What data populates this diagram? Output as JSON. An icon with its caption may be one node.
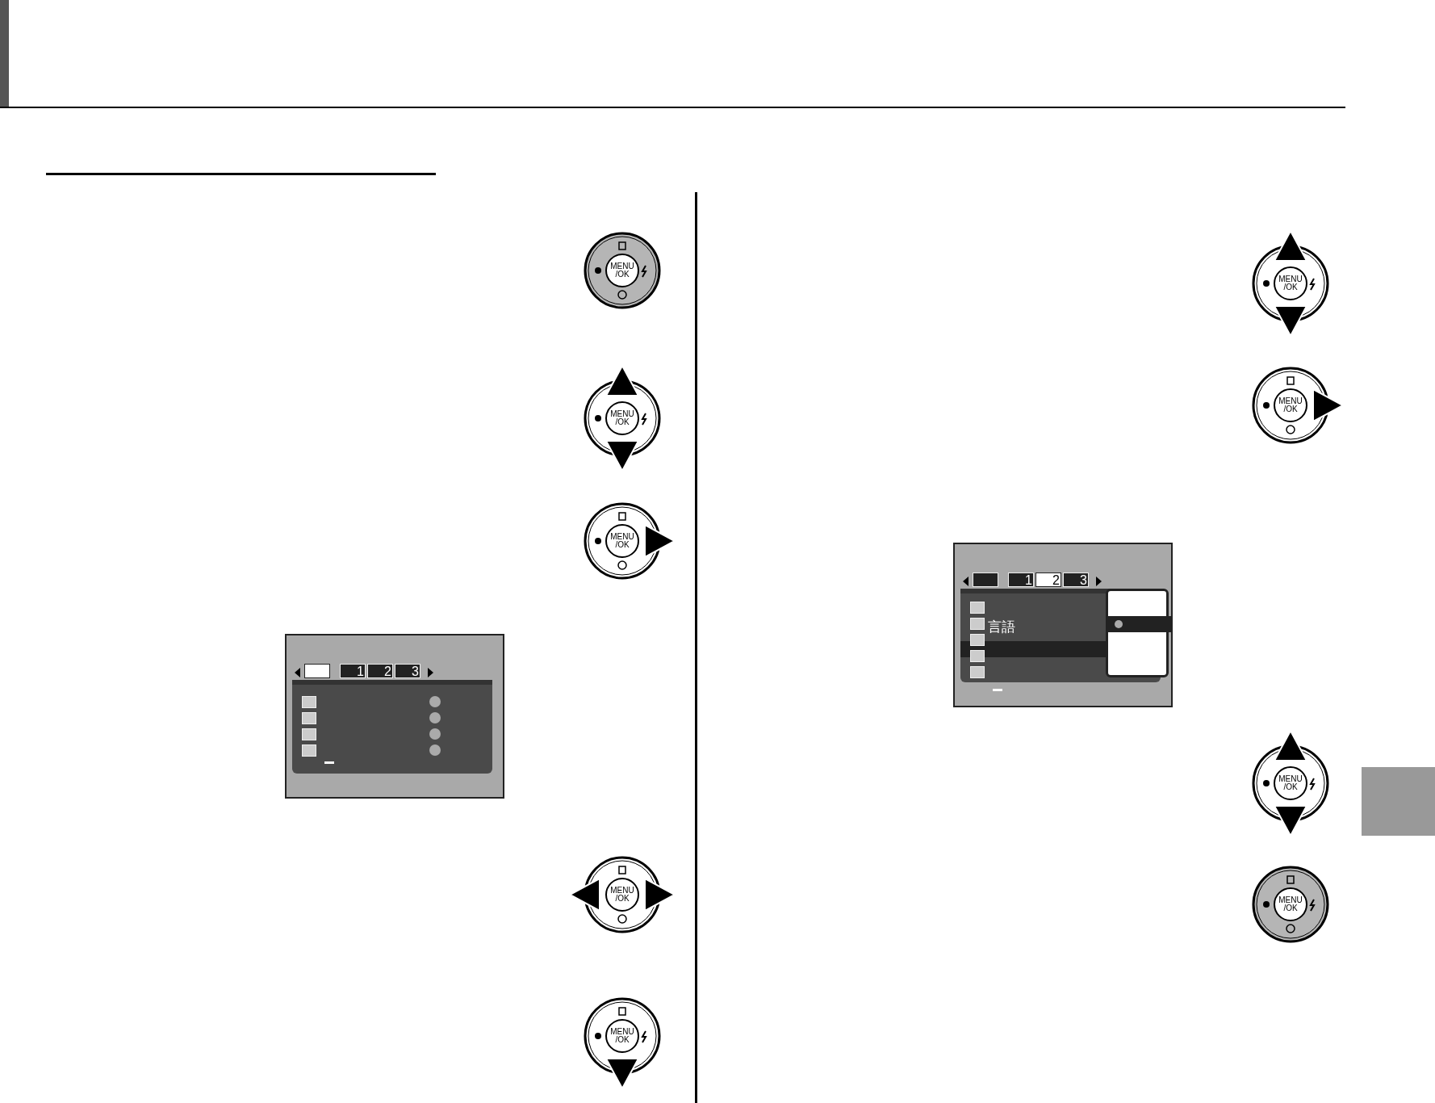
{
  "diagram": {
    "nodes": [
      {
        "text": [],
        "shape": "box"
      }
    ],
    "labels": [
      "MENU /OK",
      "MENU /OK",
      "MENU /OK",
      "1",
      "2",
      "3",
      "MENU /OK",
      "MENU /OK",
      "MENU /OK",
      "MENU /OK",
      "1",
      "2",
      "3",
      "言語",
      "MENU /OK",
      "MENU /OK"
    ]
  }
}
